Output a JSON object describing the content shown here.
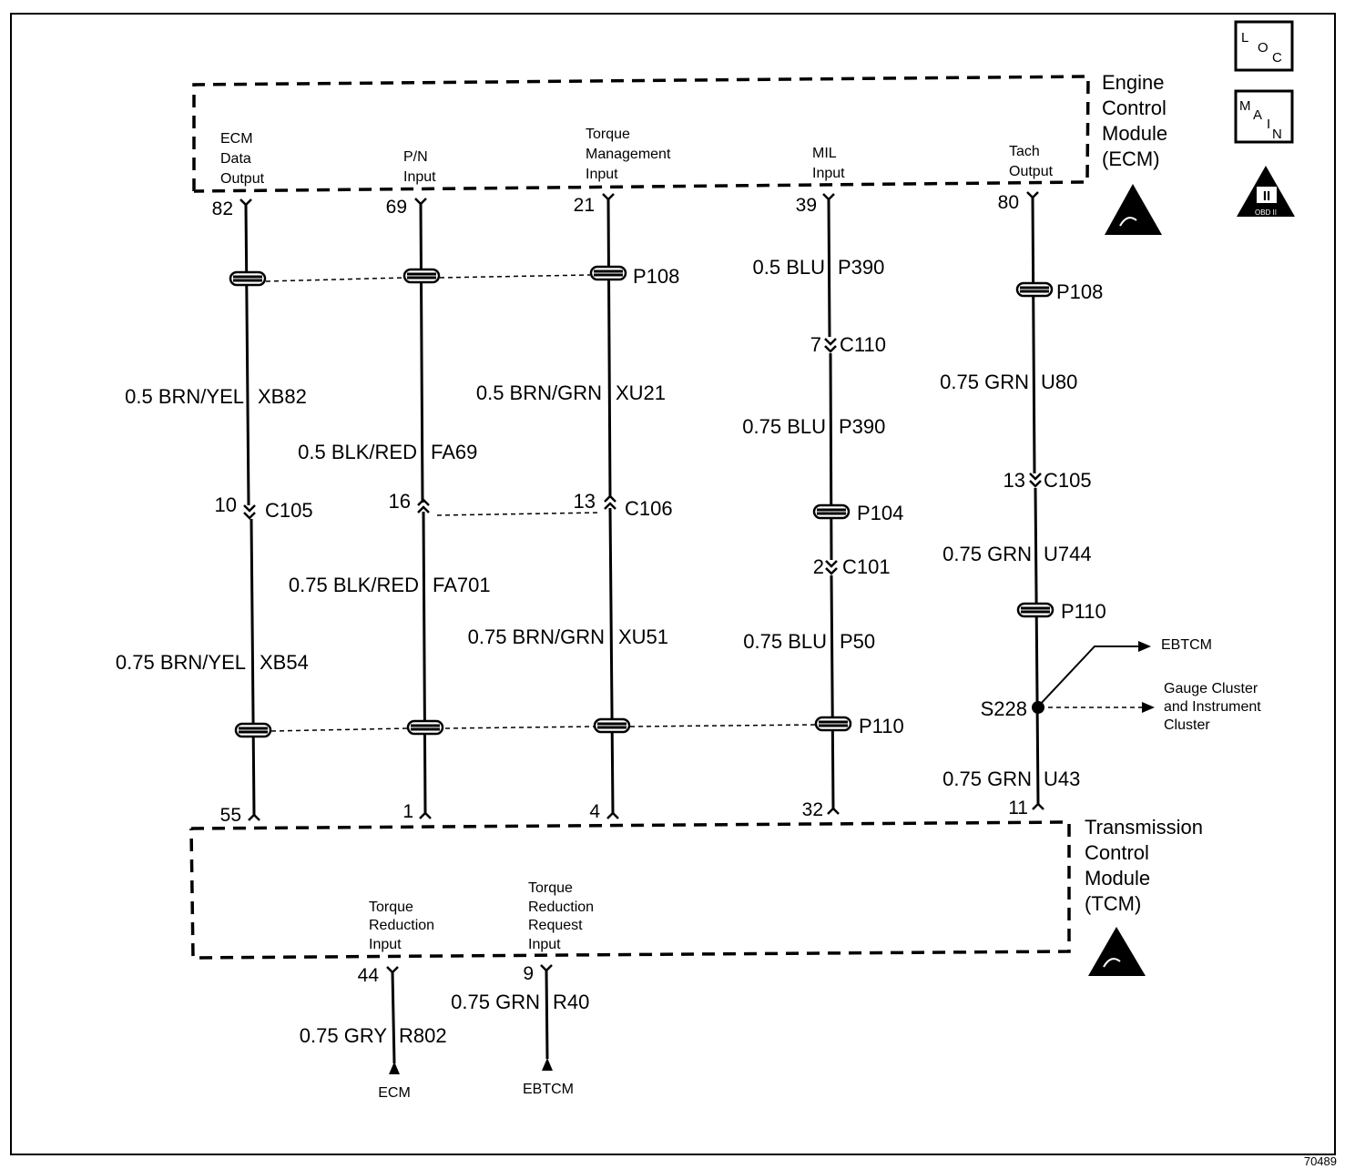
{
  "frame_id": "70489",
  "icons": {
    "loc": [
      "L",
      "O",
      "C"
    ],
    "main": [
      "M",
      "A",
      "I",
      "N"
    ],
    "obd": {
      "numeral": "II",
      "text": "OBD II"
    }
  },
  "modules": {
    "ecm": {
      "title_lines": [
        "Engine",
        "Control",
        "Module",
        "(ECM)"
      ]
    },
    "tcm": {
      "title_lines": [
        "Transmission",
        "Control",
        "Module",
        "(TCM)"
      ]
    }
  },
  "ecm_terminals": [
    {
      "label_lines": [
        "ECM",
        "Data",
        "Output"
      ],
      "pin": "82"
    },
    {
      "label_lines": [
        "P/N",
        "Input"
      ],
      "pin": "69"
    },
    {
      "label_lines": [
        "Torque",
        "Management",
        "Input"
      ],
      "pin": "21"
    },
    {
      "label_lines": [
        "MIL",
        "Input"
      ],
      "pin": "39"
    },
    {
      "label_lines": [
        "Tach",
        "Output"
      ],
      "pin": "80"
    }
  ],
  "tcm_pins": [
    "55",
    "1",
    "4",
    "32",
    "11"
  ],
  "tcm_terminals": [
    {
      "label_lines": [
        "Torque",
        "Reduction",
        "Input"
      ],
      "pin": "44",
      "wire": "0.75 GRY",
      "circuit": "R802",
      "dest": "ECM"
    },
    {
      "label_lines": [
        "Torque",
        "Reduction",
        "Request",
        "Input"
      ],
      "pin": "9",
      "wire": "0.75 GRN",
      "circuit": "R40",
      "dest": "EBTCM"
    }
  ],
  "passthroughs": {
    "p108": "P108",
    "p104": "P104",
    "p110": "P110"
  },
  "wires": {
    "c1_upper": {
      "color": "0.5 BRN/YEL",
      "circuit": "XB82"
    },
    "c1_lower": {
      "color": "0.75 BRN/YEL",
      "circuit": "XB54"
    },
    "c2_upper": {
      "color": "0.5 BLK/RED",
      "circuit": "FA69"
    },
    "c2_lower": {
      "color": "0.75 BLK/RED",
      "circuit": "FA701"
    },
    "c3_upper": {
      "color": "0.5 BRN/GRN",
      "circuit": "XU21"
    },
    "c3_lower": {
      "color": "0.75 BRN/GRN",
      "circuit": "XU51"
    },
    "c4_a": {
      "color": "0.5 BLU",
      "circuit": "P390"
    },
    "c4_b": {
      "color": "0.75 BLU",
      "circuit": "P390"
    },
    "c4_c": {
      "color": "0.75 BLU",
      "circuit": "P50"
    },
    "c5_a": {
      "color": "0.75 GRN",
      "circuit": "U80"
    },
    "c5_b": {
      "color": "0.75 GRN",
      "circuit": "U744"
    },
    "c5_c": {
      "color": "0.75 GRN",
      "circuit": "U43"
    }
  },
  "connectors": {
    "c1": {
      "pin": "10",
      "name": "C105"
    },
    "c2": {
      "pin": "16"
    },
    "c3": {
      "pin": "13",
      "name": "C106"
    },
    "c4a": {
      "pin": "7",
      "name": "C110"
    },
    "c4b": {
      "pin": "2",
      "name": "C101"
    },
    "c5a": {
      "pin": "13",
      "name": "C105"
    }
  },
  "splice": {
    "name": "S228",
    "out1": "EBTCM",
    "out2_lines": [
      "Gauge Cluster",
      "and Instrument",
      "Cluster"
    ]
  }
}
